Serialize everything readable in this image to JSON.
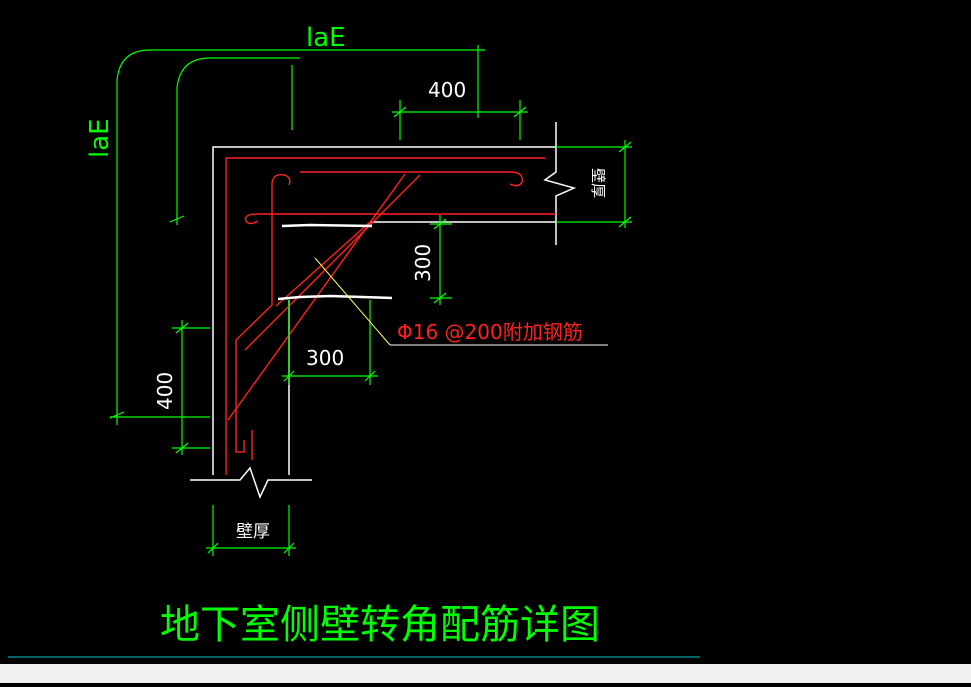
{
  "title": "地下室侧壁转角配筋详图",
  "labels": {
    "lae_top": "laE",
    "lae_left": "laE",
    "dim_400_top": "400",
    "dim_400_left": "400",
    "dim_300_right": "300",
    "dim_300_bottom": "300",
    "wall_thickness_right": "壁厚",
    "wall_thickness_bottom": "壁厚",
    "rebar_note": "Φ16 @200附加钢筋"
  },
  "colors": {
    "background": "#000000",
    "dimension": "#00ff00",
    "wall": "#ffffff",
    "rebar": "#ff2020",
    "additional_rebar_label": "#ff2020",
    "title": "#00ff00",
    "border_line": "#00c8c8"
  }
}
